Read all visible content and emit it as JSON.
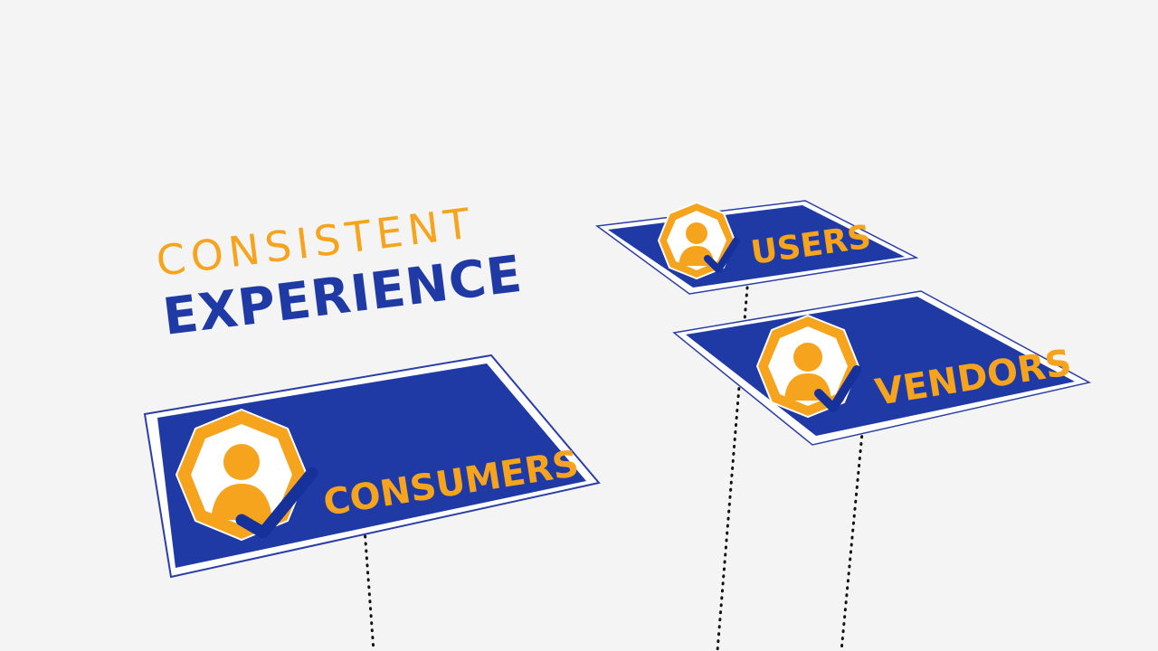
{
  "headline": {
    "line1": "CONSISTENT",
    "line2": "EXPERIENCE"
  },
  "cards": {
    "users": {
      "label": "USERS"
    },
    "vendors": {
      "label": "VENDORS"
    },
    "consumers": {
      "label": "CONSUMERS"
    }
  },
  "colors": {
    "background": "#f4f4f4",
    "brand_blue": "#1f3aa5",
    "accent_orange": "#f6a41e",
    "dark_blue": "#16319a"
  },
  "icons": [
    "user-check-icon"
  ]
}
